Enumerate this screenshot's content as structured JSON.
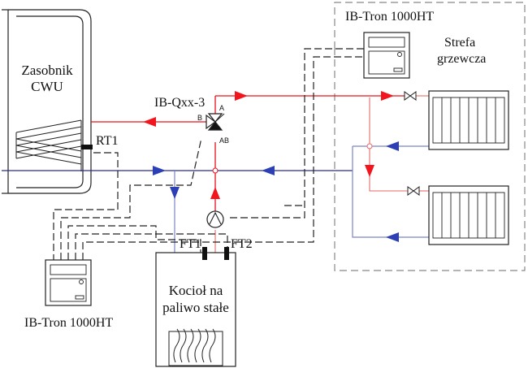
{
  "labels": {
    "tank_line1": "Zasobnik",
    "tank_line2": "CWU",
    "tank_sensor": "RT1",
    "valve": "IB-Qxx-3",
    "valve_port_a": "A",
    "valve_port_b": "B",
    "valve_port_ab": "AB",
    "controller_top": "IB-Tron 1000HT",
    "controller_bottom": "IB-Tron 1000HT",
    "zone_line1": "Strefa",
    "zone_line2": "grzewcza",
    "boiler_line1": "Kocioł na",
    "boiler_line2": "paliwo stałe",
    "sensor_ft1": "FT1",
    "sensor_ft2": "FT2"
  },
  "colors": {
    "hot_line": "#e8101b",
    "cold_line": "#2a2a8c",
    "hot_arrow": "#f2151e",
    "cold_arrow": "#2d3fb5",
    "outline": "#222222",
    "zone_border": "#888888"
  }
}
